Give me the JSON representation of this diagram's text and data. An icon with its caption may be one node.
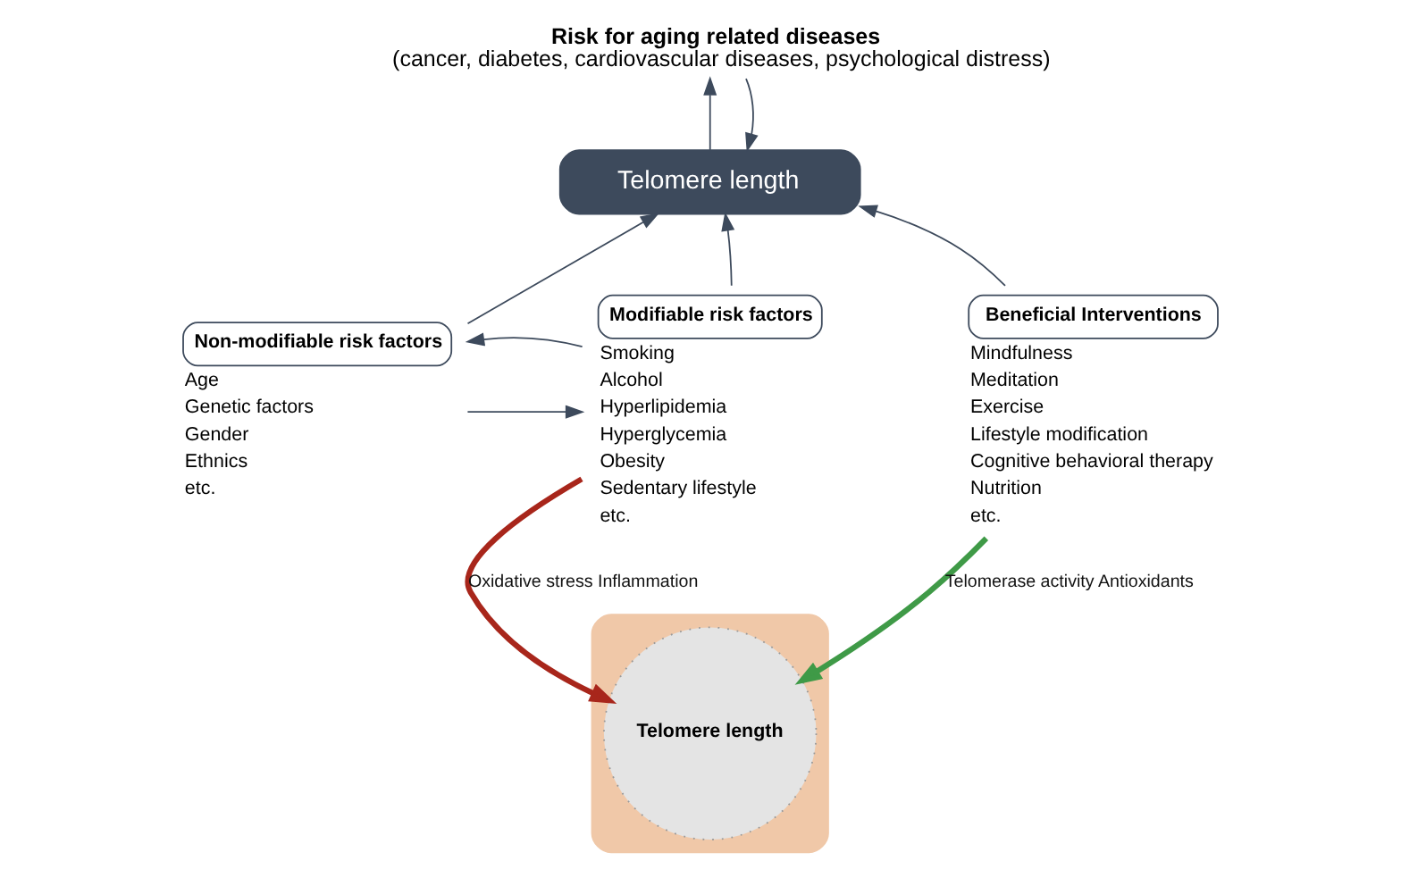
{
  "diagram": {
    "nodes": [
      {
        "text": [
          "Risk for aging related diseases",
          "(cancer, diabetes, cardiovascular diseases, psychological distress)"
        ]
      },
      {
        "text": [
          "Telomere length"
        ]
      },
      {
        "text": [
          "Non-modifiable risk factors"
        ],
        "beside": [
          "Age",
          "Genetic factors",
          "Gender",
          "Ethnics",
          "etc."
        ]
      },
      {
        "text": [
          "Modifiable risk factors"
        ],
        "beside": [
          "Smoking",
          "Alcohol",
          "Hyperlipidemia",
          "Hyperglycemia",
          "Obesity",
          "Sedentary lifestyle",
          "etc."
        ]
      },
      {
        "text": [
          "Beneficial Interventions"
        ],
        "beside": [
          "Mindfulness",
          "Meditation",
          "Exercise",
          "Lifestyle modification",
          "Cognitive behavioral therapy",
          "Nutrition",
          "etc."
        ]
      },
      {
        "text": [],
        "shape": "ellipse"
      },
      {
        "text": [
          "Telomere length"
        ],
        "in": 5
      }
    ],
    "edges": [
      {
        "from": 1,
        "to": 0,
        "arrow": "to"
      },
      {
        "from": 0,
        "to": 1,
        "arrow": "to"
      },
      {
        "from": 2,
        "to": 1,
        "arrow": "to"
      },
      {
        "from": 3,
        "to": 1,
        "arrow": "to"
      },
      {
        "from": 4,
        "to": 1,
        "arrow": "to"
      },
      {
        "from": 2,
        "to": 3,
        "arrow": "to"
      },
      {
        "from": 3,
        "to": 2,
        "arrow": "to"
      },
      {
        "from": 3,
        "to": 6,
        "arrow": "to",
        "label": "Oxidative stress Inflammation",
        "style": "thick",
        "color": "#a8261b"
      },
      {
        "from": 4,
        "to": 6,
        "arrow": "to",
        "label": "Telomerase activity Antioxidants",
        "style": "thick",
        "color": "#3f9a47"
      }
    ]
  }
}
